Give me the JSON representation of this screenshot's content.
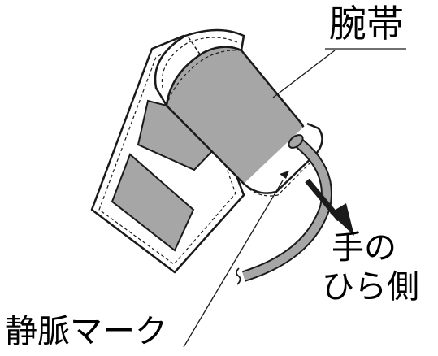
{
  "labels": {
    "cuff": "腕帯",
    "palm_side_line1": "手の",
    "palm_side_line2": "ひら側",
    "vein_mark": "静脈マーク"
  },
  "colors": {
    "cuff_fill": "#a6a6a6",
    "window_fill": "#a6a6a6",
    "outline": "#1a1a1a",
    "background": "#ffffff"
  }
}
